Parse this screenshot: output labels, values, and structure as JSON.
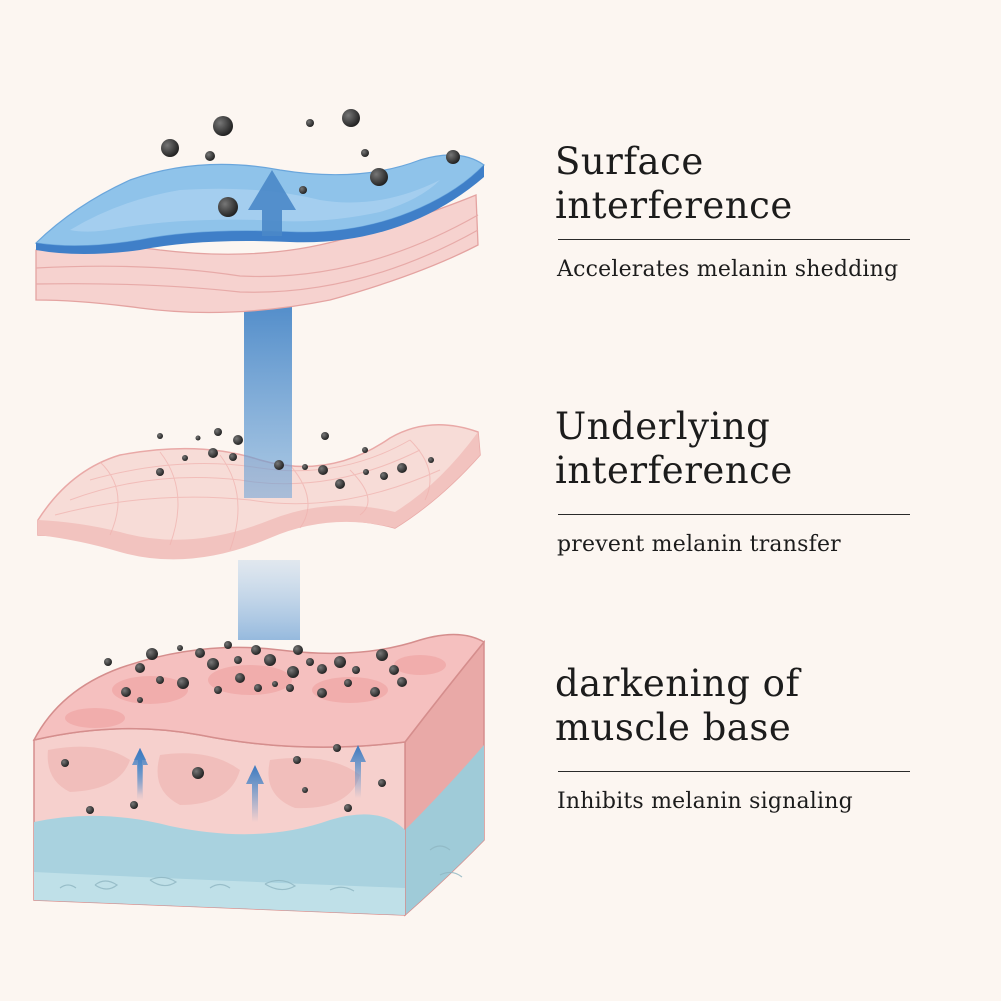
{
  "labels": [
    {
      "title": "Surface\ninterference",
      "description": "Accelerates melanin shedding"
    },
    {
      "title": "Underlying\ninterference",
      "description": "prevent melanin transfer"
    },
    {
      "title": "darkening of\nmuscle base",
      "description": "Inhibits melanin signaling"
    }
  ],
  "colors": {
    "background": "#fcf6f1",
    "surface_blue": "#8fc3ea",
    "surface_blue_dark": "#3f7fc8",
    "skin_pink": "#f3c7c4",
    "skin_pink_light": "#f9e4e0",
    "base_blue": "#a9d2df",
    "arrow_blue": "#4a88c8",
    "melanin": "#2b2b2b",
    "text": "#1c1c1c"
  }
}
